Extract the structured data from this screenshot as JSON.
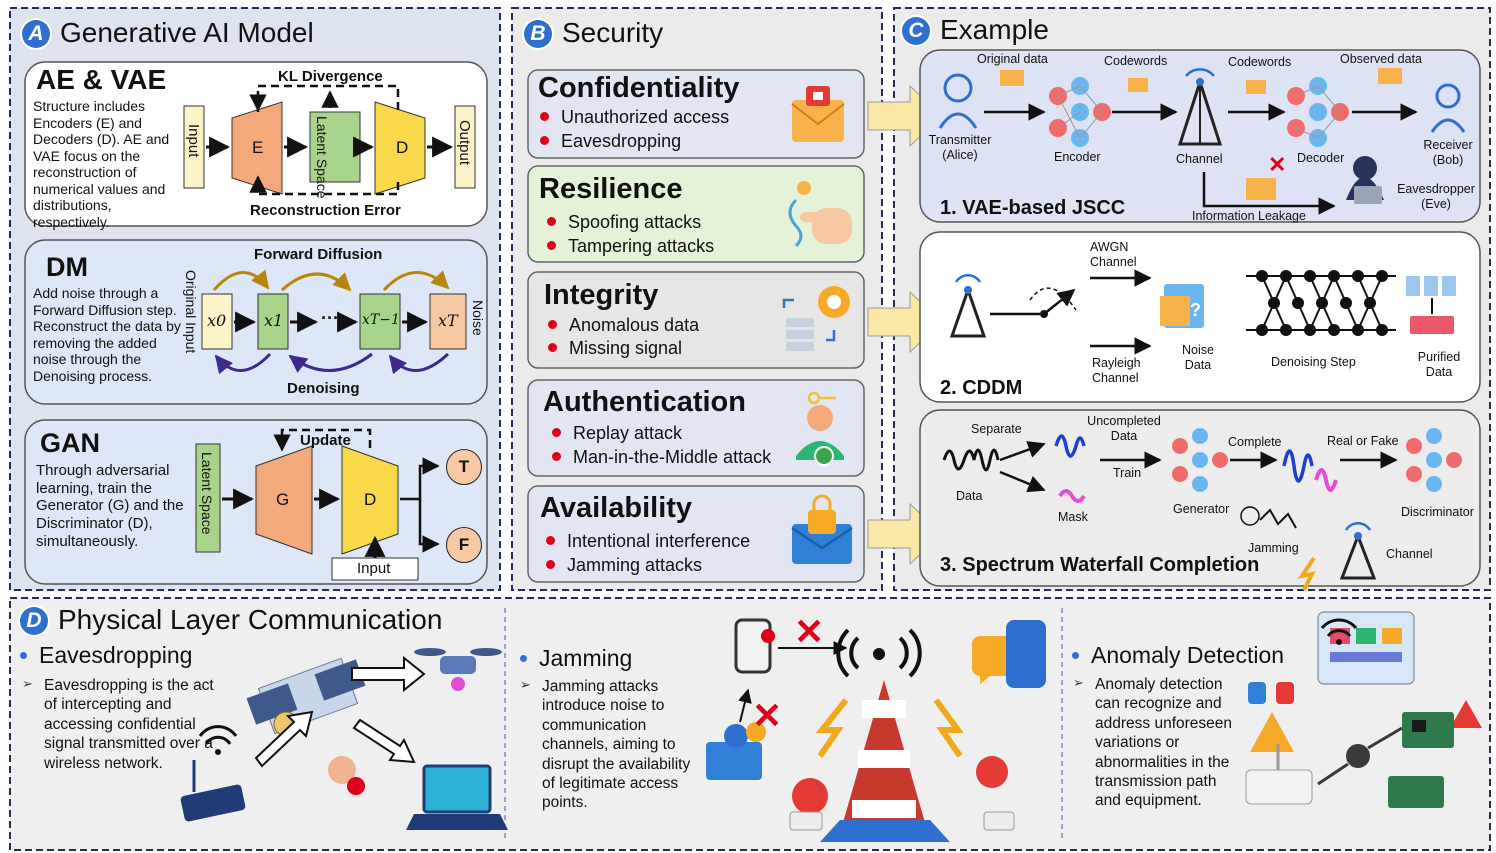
{
  "panel_a": {
    "badge": "A",
    "title": "Generative AI Model",
    "ae_vae": {
      "heading": "AE & VAE",
      "description": "Structure includes Encoders (E) and Decoders (D). AE and VAE focus on the reconstruction of numerical values and distributions, respectively.",
      "kl_label": "KL Divergence",
      "recon_label": "Reconstruction Error",
      "input_label": "Input",
      "output_label": "Output",
      "encoder_label": "E",
      "decoder_label": "D",
      "latent_label": "Latent Space"
    },
    "dm": {
      "heading": "DM",
      "description": "Add noise through a Forward Diffusion step. Reconstruct the data by removing the added noise through the Denoising process.",
      "forward_label": "Forward Diffusion",
      "denoising_label": "Denoising",
      "original_input_label": "Original Input",
      "noise_label": "Noise",
      "states": [
        "x0",
        "x1",
        "xT−1",
        "xT"
      ],
      "dots": "···"
    },
    "gan": {
      "heading": "GAN",
      "description": "Through adversarial learning, train the Generator (G) and the Discriminator (D), simultaneously.",
      "update_label": "Update",
      "latent_label": "Latent Space",
      "generator_label": "G",
      "discriminator_label": "D",
      "input_label": "Input",
      "true_label": "T",
      "false_label": "F"
    }
  },
  "panel_b": {
    "badge": "B",
    "title": "Security",
    "cards": [
      {
        "title": "Confidentiality",
        "items": [
          "Unauthorized access",
          "Eavesdropping"
        ],
        "bg": "#e1e6f2"
      },
      {
        "title": "Resilience",
        "items": [
          "Spoofing attacks",
          "Tampering attacks"
        ],
        "bg": "#e4f2d8"
      },
      {
        "title": "Integrity",
        "items": [
          "Anomalous data",
          "Missing signal"
        ],
        "bg": "#e6e6e6"
      },
      {
        "title": "Authentication",
        "items": [
          "Replay attack",
          "Man-in-the-Middle attack"
        ],
        "bg": "#e1e6f2"
      },
      {
        "title": "Availability",
        "items": [
          "Intentional interference",
          "Jamming attacks"
        ],
        "bg": "#e1e6f2"
      }
    ]
  },
  "panel_c": {
    "badge": "C",
    "title": "Example",
    "vae_jscc": {
      "heading": "1. VAE-based JSCC",
      "original_data": "Original data",
      "codewords_1": "Codewords",
      "codewords_2": "Codewords",
      "observed_data": "Observed data",
      "transmitter": "Transmitter (Alice)",
      "encoder": "Encoder",
      "channel": "Channel",
      "decoder": "Decoder",
      "receiver": "Receiver (Bob)",
      "eavesdropper": "Eavesdropper (Eve)",
      "leakage": "Information Leakage"
    },
    "cddm": {
      "heading": "2. CDDM",
      "awgn": "AWGN Channel",
      "rayleigh": "Rayleigh Channel",
      "noise_data": "Noise Data",
      "denoising_step": "Denoising Step",
      "purified_data": "Purified Data"
    },
    "swc": {
      "heading": "3. Spectrum Waterfall Completion",
      "separate": "Separate",
      "data": "Data",
      "uncompleted": "Uncompleted Data",
      "mask": "Mask",
      "train": "Train",
      "complete": "Complete",
      "real_fake": "Real or Fake",
      "generator": "Generator",
      "discriminator": "Discriminator",
      "jamming": "Jamming",
      "channel": "Channel"
    }
  },
  "panel_d": {
    "badge": "D",
    "title": "Physical Layer Communication",
    "columns": [
      {
        "heading": "Eavesdropping",
        "text": "Eavesdropping is the act of intercepting and accessing confidential signal transmitted over a wireless network."
      },
      {
        "heading": "Jamming",
        "text": "Jamming attacks introduce noise to communication channels, aiming to disrupt the availability of legitimate access points."
      },
      {
        "heading": "Anomaly Detection",
        "text": "Anomaly detection can recognize and address unforeseen variations or abnormalities in the transmission path and equipment."
      }
    ]
  },
  "colors": {
    "panel_bg": "#dde3ef",
    "panel_gray": "#ebebeb",
    "accent_blue": "#2f6fd0",
    "bullet_red": "#e0001a",
    "encoder_orange": "#f4a97a",
    "decoder_yellow": "#f9d84a",
    "latent_green": "#a7d38a",
    "input_cream": "#fdf3c9",
    "arrow_yellow": "#fbe8a6"
  }
}
